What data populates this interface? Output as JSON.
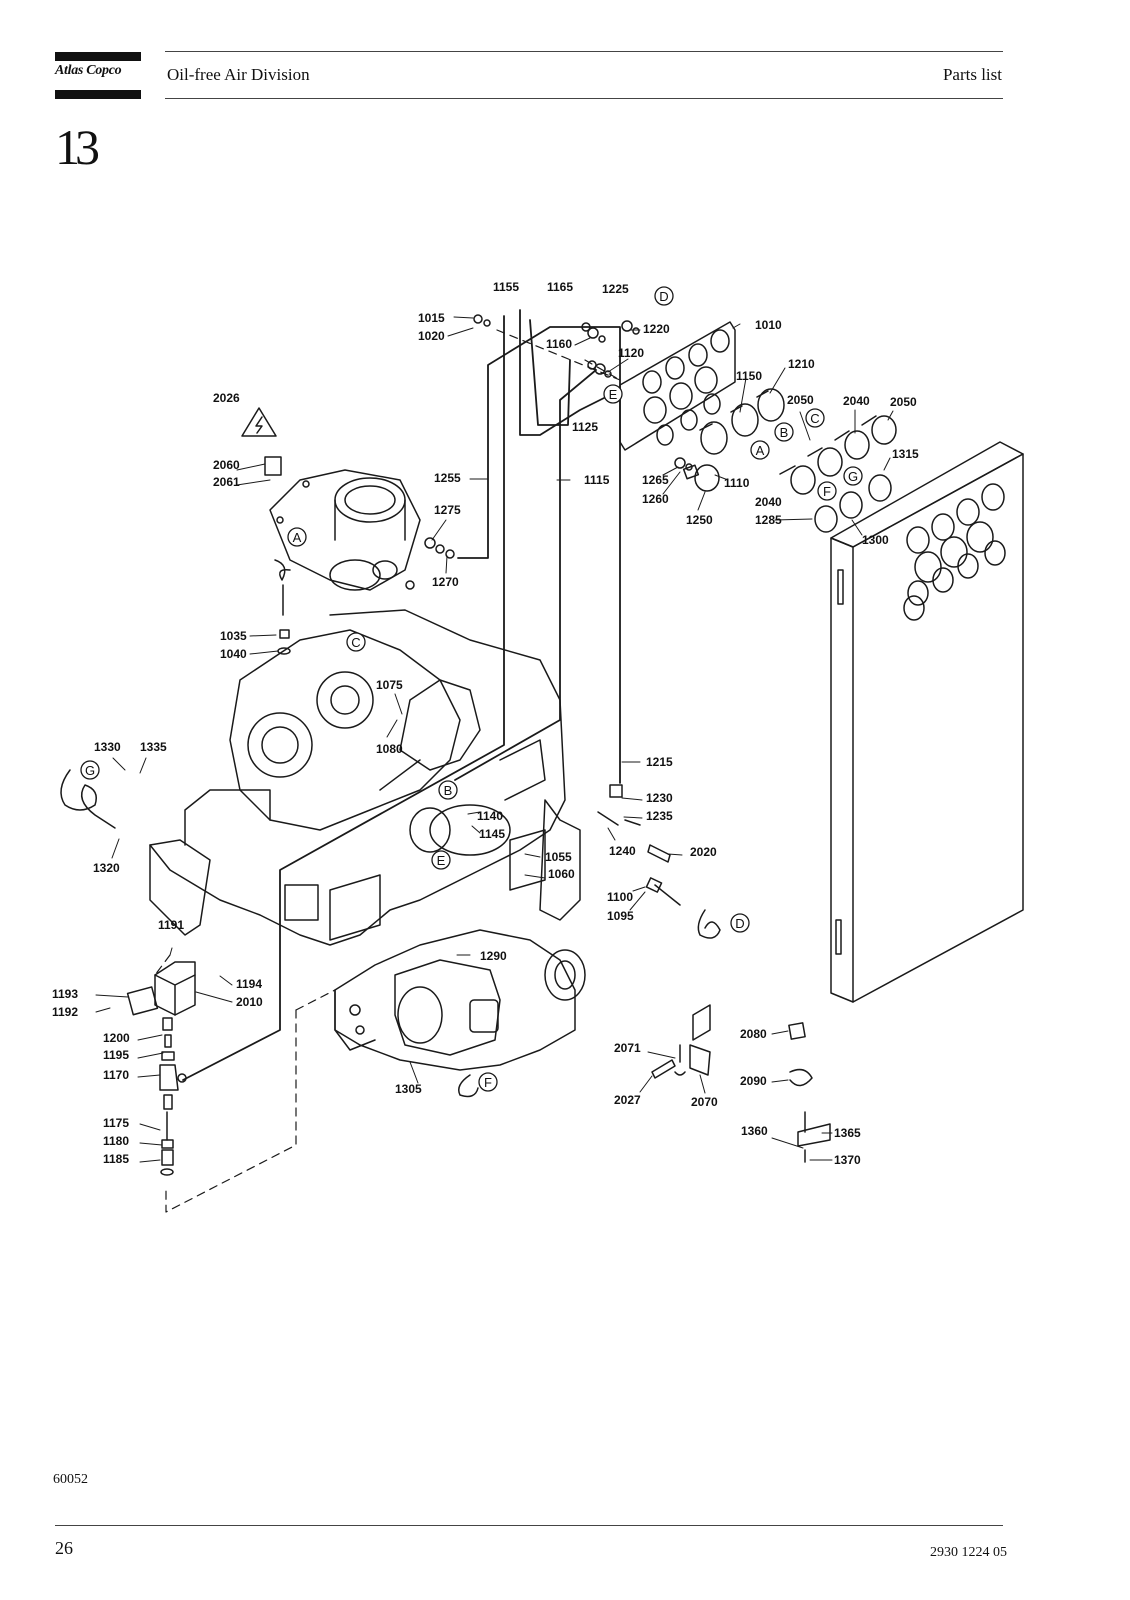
{
  "header": {
    "brand": "Atlas Copco",
    "division": "Oil-free Air Division",
    "doc_type": "Parts list"
  },
  "section_number": "13",
  "diagram": {
    "part_labels": [
      "1155",
      "1165",
      "1225",
      "1015",
      "1020",
      "1160",
      "1120",
      "1220",
      "1010",
      "1150",
      "1210",
      "2050",
      "2040",
      "2050",
      "1125",
      "1315",
      "2026",
      "2060",
      "2061",
      "1255",
      "1115",
      "1265",
      "1260",
      "1110",
      "2040",
      "1285",
      "1250",
      "1300",
      "1275",
      "1270",
      "1035",
      "1040",
      "1075",
      "1080",
      "1330",
      "1335",
      "1215",
      "1230",
      "1235",
      "1140",
      "1145",
      "1240",
      "2020",
      "1055",
      "1060",
      "1320",
      "1100",
      "1095",
      "1191",
      "1290",
      "1193",
      "1194",
      "2010",
      "1192",
      "1200",
      "1195",
      "1170",
      "1305",
      "2080",
      "2071",
      "2090",
      "2027",
      "2070",
      "1175",
      "1360",
      "1365",
      "1180",
      "1185",
      "1370"
    ],
    "callout_letters": [
      "D",
      "E",
      "C",
      "B",
      "A",
      "G",
      "F",
      "A",
      "C",
      "B",
      "G",
      "E",
      "F",
      "D"
    ]
  },
  "footer": {
    "drawing_number": "60052",
    "page_number": "26",
    "document_number": "2930 1224 05"
  }
}
